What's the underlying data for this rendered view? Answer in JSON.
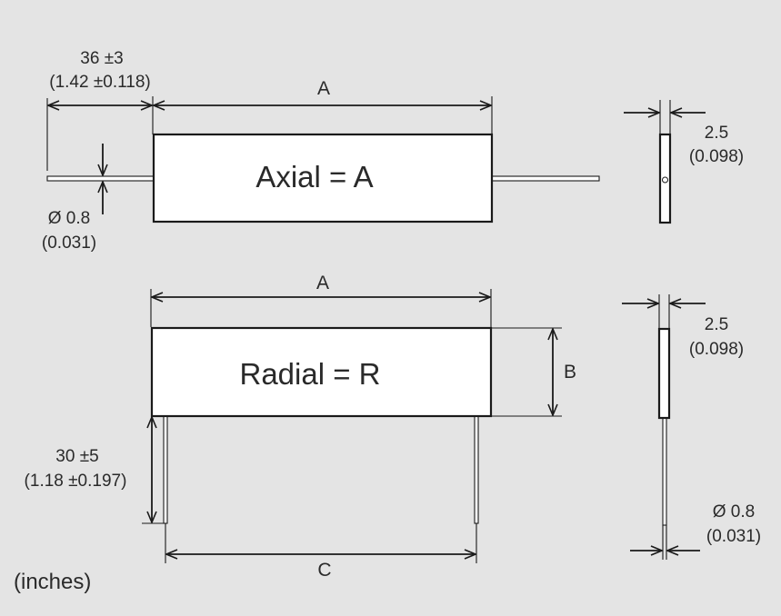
{
  "axial": {
    "body_label": "Axial = A",
    "lead_length": "36 ±3",
    "lead_length_in": "(1.42  ±0.118)",
    "body_length": "A",
    "lead_dia": "Ø 0.8",
    "lead_dia_in": "(0.031)",
    "thickness": "2.5",
    "thickness_in": "(0.098)"
  },
  "radial": {
    "body_label": "Radial = R",
    "body_length": "A",
    "height": "B",
    "pitch": "C",
    "lead_length": "30 ±5",
    "lead_length_in": "(1.18  ±0.197)",
    "thickness": "2.5",
    "thickness_in": "(0.098)",
    "lead_dia": "Ø 0.8",
    "lead_dia_in": "(0.031)"
  },
  "units_note": "(inches)"
}
